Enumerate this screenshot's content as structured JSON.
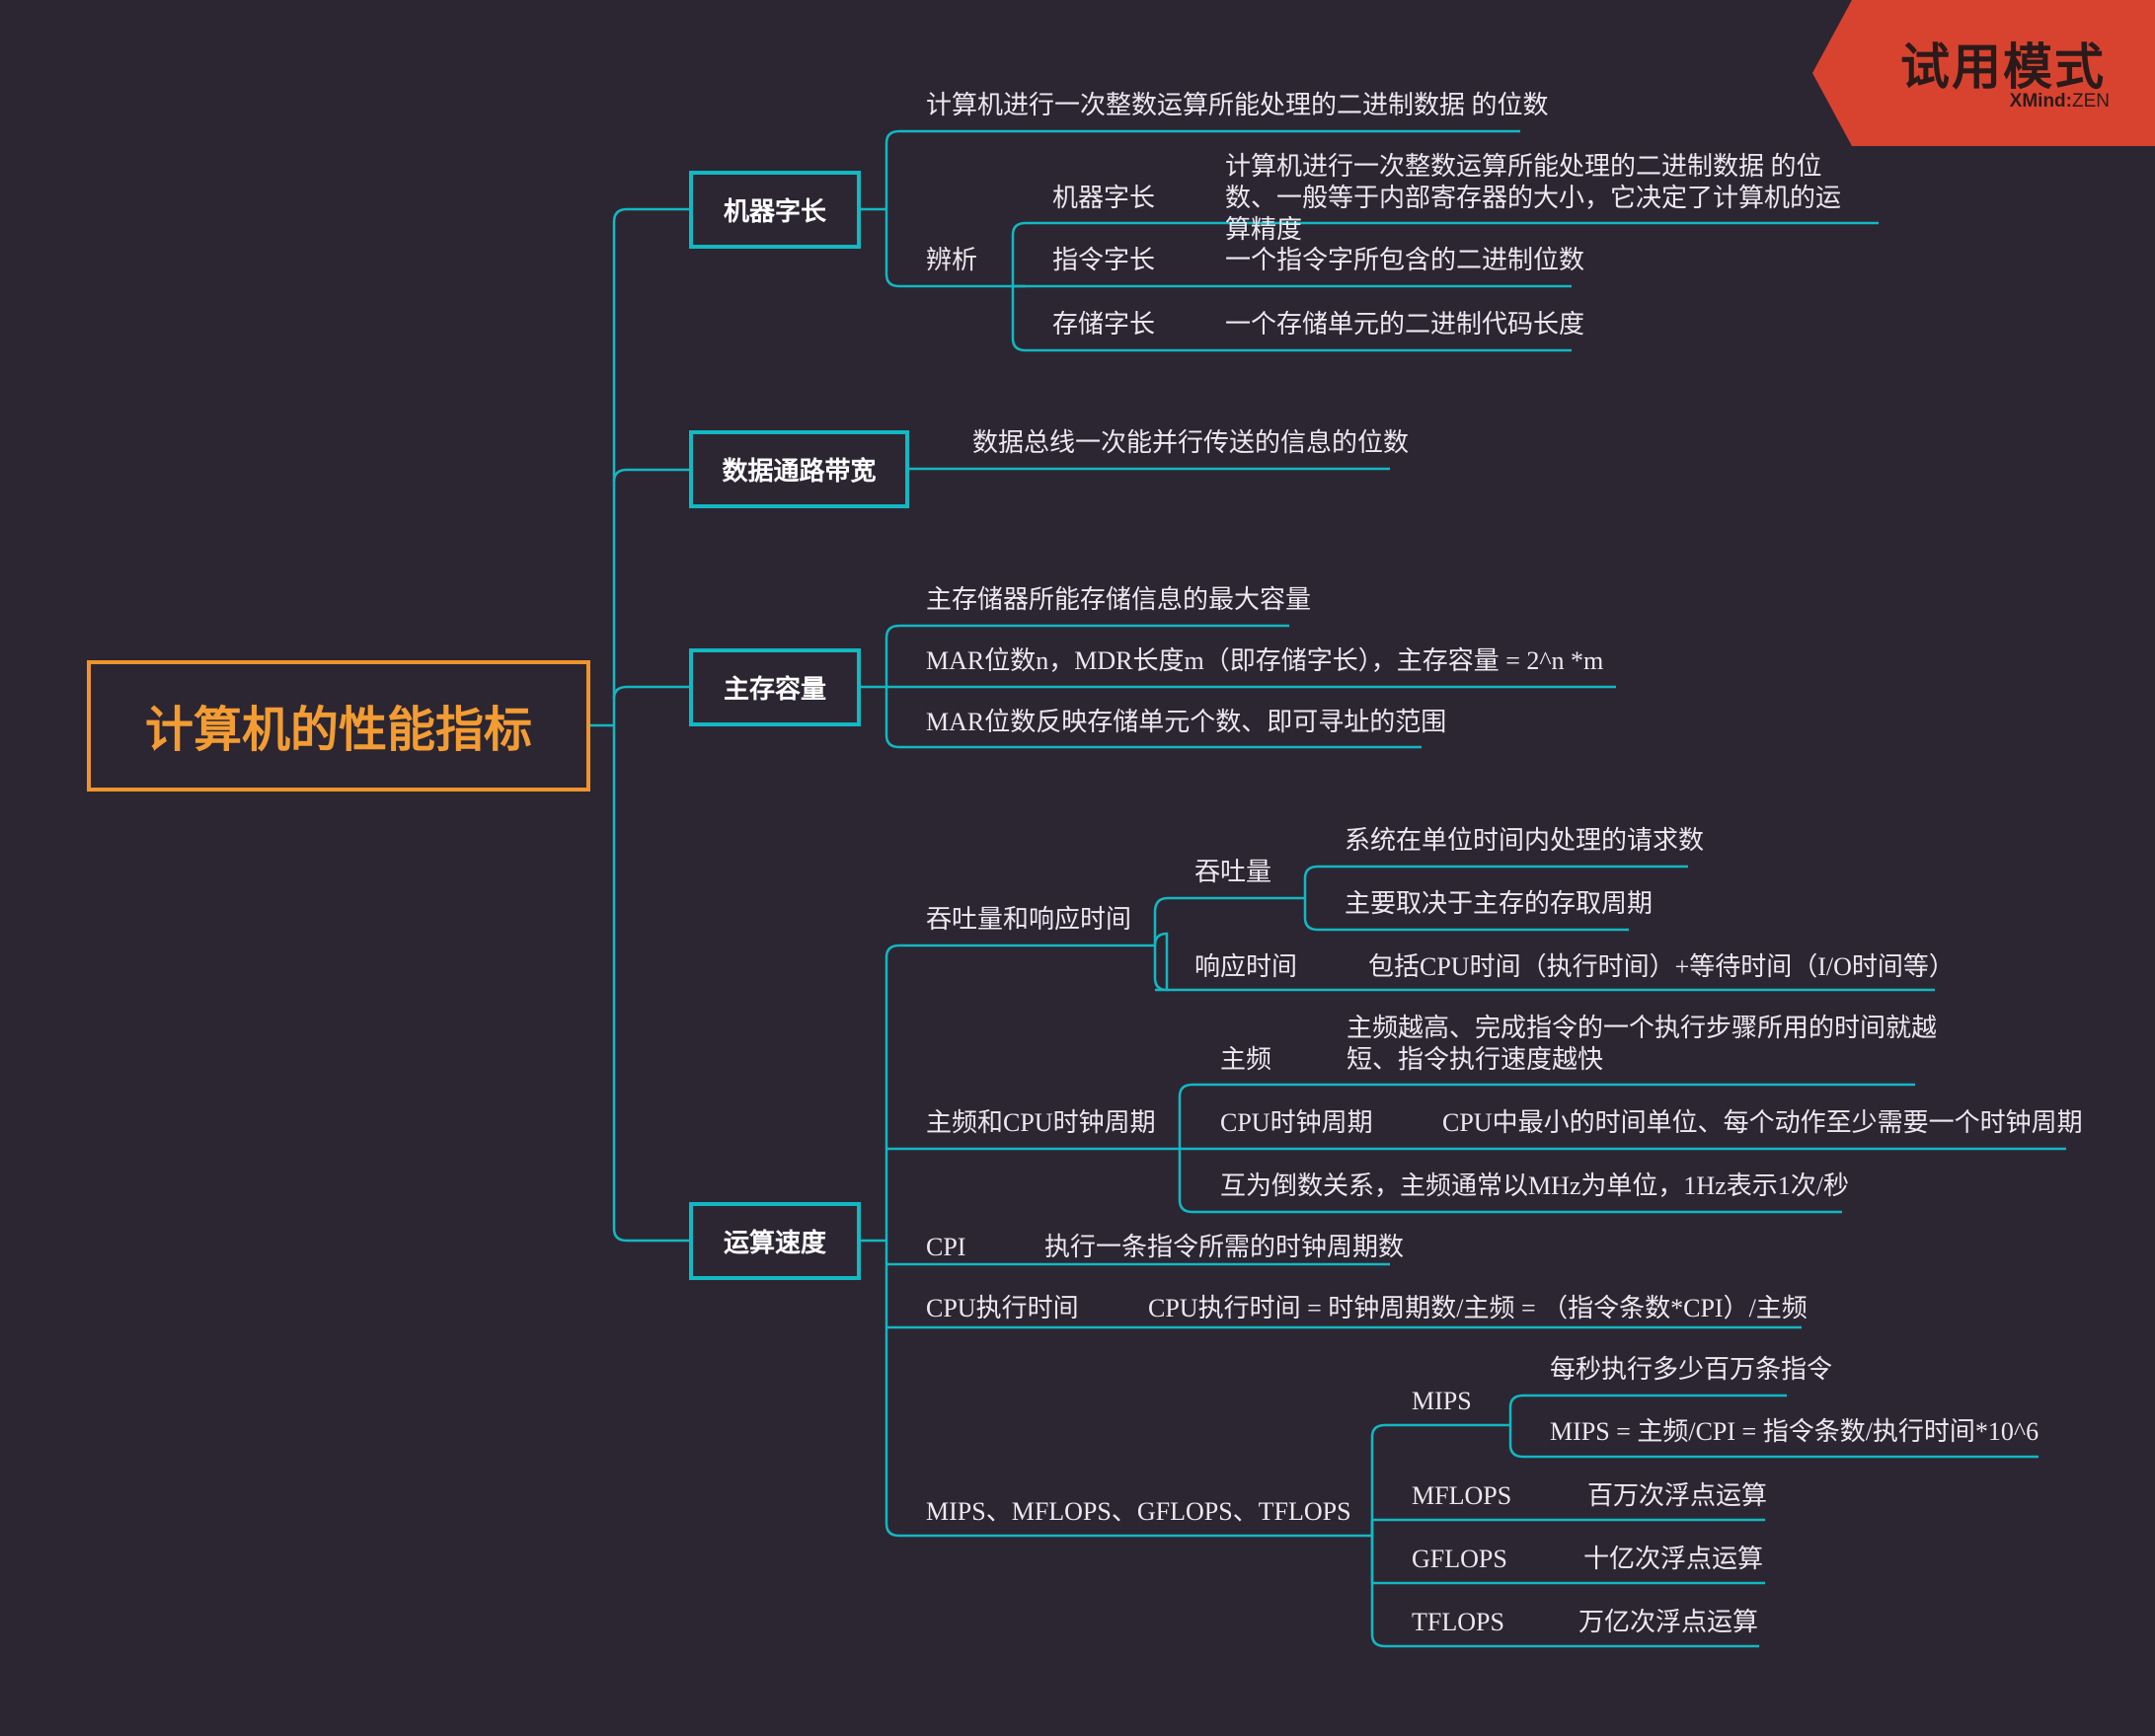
{
  "trial_badge": {
    "title": "试用模式",
    "brand": "XMind",
    "brand_sep": ":",
    "brand_suffix": "ZEN",
    "color": "#d8432f"
  },
  "root": {
    "label": "计算机的性能指标"
  },
  "colors": {
    "background": "#2c2633",
    "line": "#12b8c2",
    "root_border": "#f0932b",
    "root_text": "#f29c33"
  },
  "branches": {
    "word_length": {
      "label": "机器字长",
      "definition": "计算机进行一次整数运算所能处理的二进制数据 的位数",
      "analysis": {
        "label": "辨析",
        "machine_word": {
          "label": "机器字长",
          "text": "计算机进行一次整数运算所能处理的二进制数据 的位数、一般等于内部寄存器的大小，它决定了计算机的运算精度"
        },
        "instruction_word": {
          "label": "指令字长",
          "text": "一个指令字所包含的二进制位数"
        },
        "storage_word": {
          "label": "存储字长",
          "text": "一个存储单元的二进制代码长度"
        }
      }
    },
    "datapath": {
      "label": "数据通路带宽",
      "definition": "数据总线一次能并行传送的信息的位数"
    },
    "memory": {
      "label": "主存容量",
      "items": [
        "主存储器所能存储信息的最大容量",
        "MAR位数n，MDR长度m（即存储字长），主存容量 = 2^n *m",
        "MAR位数反映存储单元个数、即可寻址的范围"
      ]
    },
    "speed": {
      "label": "运算速度",
      "throughput_response": {
        "label": "吞吐量和响应时间",
        "throughput": {
          "label": "吞吐量",
          "items": [
            "系统在单位时间内处理的请求数",
            "主要取决于主存的存取周期"
          ]
        },
        "response": {
          "label": "响应时间",
          "text": "包括CPU时间（执行时间）+等待时间（I/O时间等）"
        }
      },
      "clock": {
        "label": "主频和CPU时钟周期",
        "freq": {
          "label": "主频",
          "text": "主频越高、完成指令的一个执行步骤所用的时间就越短、指令执行速度越快"
        },
        "cycle": {
          "label": "CPU时钟周期",
          "text": "CPU中最小的时间单位、每个动作至少需要一个时钟周期"
        },
        "relation": "互为倒数关系，主频通常以MHz为单位，1Hz表示1次/秒"
      },
      "cpi": {
        "label": "CPI",
        "text": "执行一条指令所需的时钟周期数"
      },
      "cpu_time": {
        "label": "CPU执行时间",
        "text": "CPU执行时间 =  时钟周期数/主频 =  （指令条数*CPI）/主频"
      },
      "mips_group": {
        "label": "MIPS、MFLOPS、GFLOPS、TFLOPS",
        "mips": {
          "label": "MIPS",
          "items": [
            "每秒执行多少百万条指令",
            "MIPS = 主频/CPI = 指令条数/执行时间*10^6"
          ]
        },
        "mflops": {
          "label": "MFLOPS",
          "text": "百万次浮点运算"
        },
        "gflops": {
          "label": "GFLOPS",
          "text": "十亿次浮点运算"
        },
        "tflops": {
          "label": "TFLOPS",
          "text": "万亿次浮点运算"
        }
      }
    }
  }
}
